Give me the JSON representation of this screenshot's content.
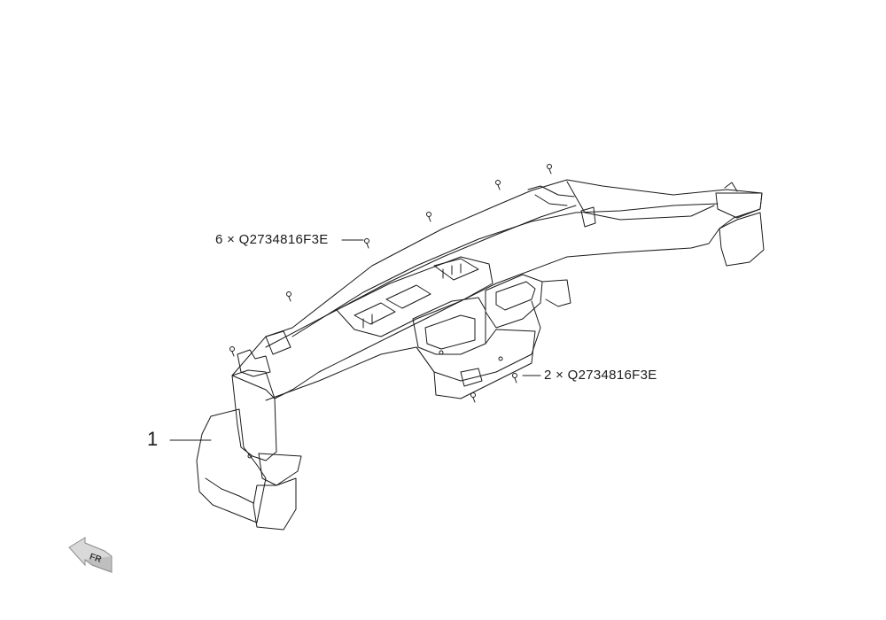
{
  "diagram": {
    "part_number_callout": "1",
    "fastener_callout_upper": "6 × Q2734816F3E",
    "fastener_callout_lower": "2 × Q2734816F3E",
    "orientation_badge": "FR"
  },
  "colors": {
    "line": "#1a1a1a",
    "badge_gray": "#8c8c8c",
    "background": "#ffffff"
  }
}
